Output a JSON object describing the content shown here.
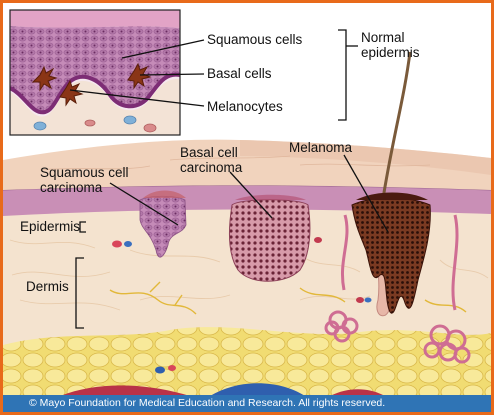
{
  "inset": {
    "squamous_cells": "Squamous cells",
    "basal_cells": "Basal cells",
    "melanocytes": "Melanocytes",
    "normal_epidermis": [
      "Normal",
      "epidermis"
    ]
  },
  "main": {
    "squamous_cell_carcinoma": [
      "Squamous cell",
      "carcinoma"
    ],
    "basal_cell_carcinoma": [
      "Basal cell",
      "carcinoma"
    ],
    "melanoma": "Melanoma",
    "epidermis": "Epidermis",
    "dermis": "Dermis"
  },
  "footer": {
    "copyright": "© Mayo Foundation for Medical Education and Research.  All rights reserved."
  },
  "colors": {
    "frame": "#e86a1a",
    "footer_bg": "#2f74b5",
    "epidermis": "#c98fb6",
    "dermis": "#f4e3cf",
    "fat": "#f3e07a",
    "melanoma": "#5a2318"
  }
}
